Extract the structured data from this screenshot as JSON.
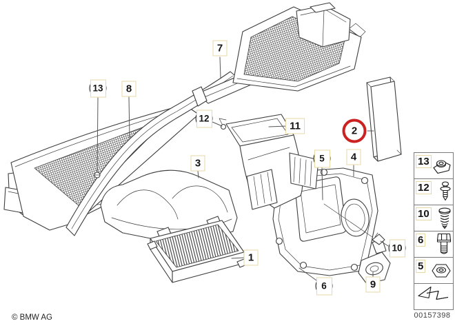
{
  "diagram": {
    "callouts": [
      {
        "num": "1",
        "style": "box"
      },
      {
        "num": "2",
        "style": "red-circle",
        "highlighted": true
      },
      {
        "num": "3",
        "style": "box"
      },
      {
        "num": "4",
        "style": "box"
      },
      {
        "num": "5",
        "style": "circle"
      },
      {
        "num": "6",
        "style": "circle"
      },
      {
        "num": "7",
        "style": "box"
      },
      {
        "num": "8",
        "style": "box"
      },
      {
        "num": "9",
        "style": "box"
      },
      {
        "num": "10",
        "style": "circle"
      },
      {
        "num": "11",
        "style": "box"
      },
      {
        "num": "12",
        "style": "circle"
      },
      {
        "num": "13",
        "style": "circle"
      }
    ],
    "legend": {
      "rows": [
        {
          "num": "13",
          "icon": "clip-nut-icon"
        },
        {
          "num": "12",
          "icon": "expansion-rivet-icon"
        },
        {
          "num": "10",
          "icon": "self-tapping-screw-icon"
        },
        {
          "num": "6",
          "icon": "hex-bolt-icon"
        },
        {
          "num": "5",
          "icon": "hex-nut-icon"
        }
      ],
      "arrow_icon": "continue-arrow-icon"
    },
    "footer": {
      "copyright": "© BMW AG",
      "doc_number": "00157398"
    },
    "colors": {
      "highlight_ring": "#cc2121",
      "label_box_border": "#e8d9a4",
      "line_art": "#3d3d3d"
    }
  }
}
